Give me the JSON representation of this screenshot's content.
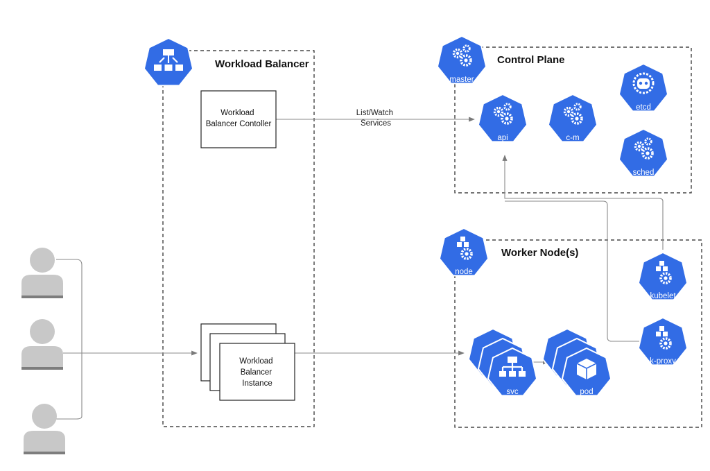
{
  "groups": {
    "workload_balancer": "Workload Balancer",
    "control_plane": "Control Plane",
    "worker_nodes": "Worker Node(s)"
  },
  "boxes": {
    "controller": [
      "Workload",
      "Balancer Contoller"
    ],
    "instance": [
      "Workload",
      "Balancer",
      "Instance"
    ]
  },
  "edges": {
    "list_watch": [
      "List/Watch",
      "Services"
    ]
  },
  "nodes": {
    "master": "master",
    "api": "api",
    "cm": "c-m",
    "etcd": "etcd",
    "sched": "sched",
    "node": "node",
    "kubelet": "kubelet",
    "kproxy": "k-proxy",
    "svc": "svc",
    "pod": "pod"
  },
  "colors": {
    "k8s_blue": "#326ce5",
    "user_gray": "#c8c8c8",
    "line_gray": "#8a8a8a"
  },
  "icons": {
    "workload_balancer": "hierarchy-icon",
    "master": "gears-icon",
    "api": "gears-icon",
    "cm": "gears-icon",
    "etcd": "robot-face-icon",
    "sched": "gears-icon",
    "node": "cubes-gear-icon",
    "kubelet": "cubes-gear-icon",
    "kproxy": "cubes-gear-icon",
    "svc": "hierarchy-icon",
    "pod": "cube-icon",
    "users": "user-icon"
  }
}
